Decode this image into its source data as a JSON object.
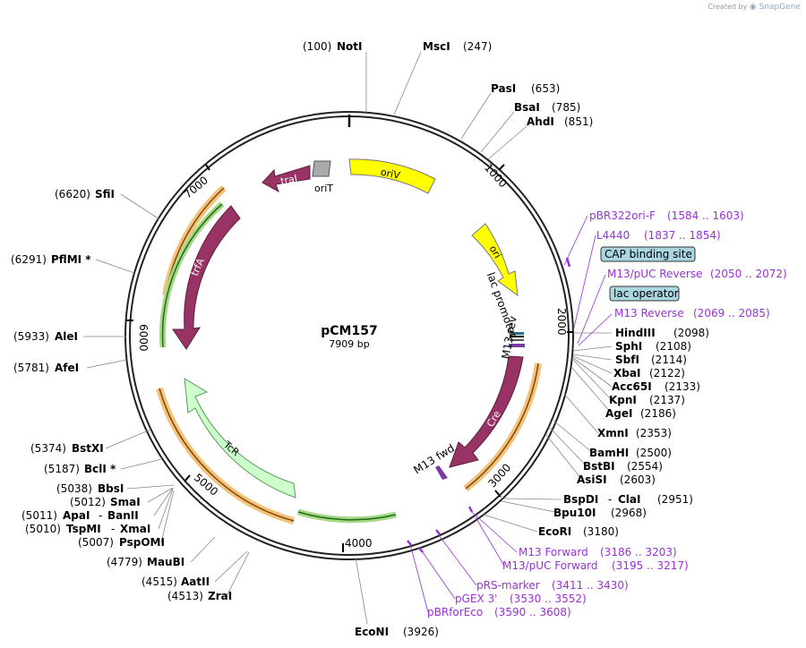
{
  "credit": {
    "prefix": "Created by",
    "brand": "SnapGene"
  },
  "plasmid": {
    "name": "pCM157",
    "size": "7909 bp"
  },
  "ticks": [
    "1000",
    "2000",
    "3000",
    "4000",
    "5000",
    "6000",
    "7000"
  ],
  "features": [
    {
      "name": "oriV",
      "color": "#ffff00"
    },
    {
      "name": "oriT",
      "color": "#aaaaaa"
    },
    {
      "name": "traJ",
      "color": "#993366"
    },
    {
      "name": "trfA",
      "color": "#993366"
    },
    {
      "name": "ori",
      "color": "#ffff00"
    },
    {
      "name": "Cre",
      "color": "#993366"
    },
    {
      "name": "TcR",
      "color": "#ccffcc"
    },
    {
      "name": "lac promoter",
      "color": "#000000"
    },
    {
      "name": "M13 rev",
      "color": "#000000"
    },
    {
      "name": "M13 fwd",
      "color": "#000000"
    }
  ],
  "sites": [
    {
      "name": "NotI",
      "pos": "(100)"
    },
    {
      "name": "MscI",
      "pos": "(247)"
    },
    {
      "name": "PasI",
      "pos": "(653)"
    },
    {
      "name": "BsaI",
      "pos": "(785)"
    },
    {
      "name": "AhdI",
      "pos": "(851)"
    },
    {
      "name": "HindIII",
      "pos": "(2098)"
    },
    {
      "name": "SphI",
      "pos": "(2108)"
    },
    {
      "name": "SbfI",
      "pos": "(2114)"
    },
    {
      "name": "XbaI",
      "pos": "(2122)"
    },
    {
      "name": "Acc65I",
      "pos": "(2133)"
    },
    {
      "name": "KpnI",
      "pos": "(2137)"
    },
    {
      "name": "AgeI",
      "pos": "(2186)"
    },
    {
      "name": "XmnI",
      "pos": "(2353)"
    },
    {
      "name": "BamHI",
      "pos": "(2500)"
    },
    {
      "name": "BstBI",
      "pos": "(2554)"
    },
    {
      "name": "AsiSI",
      "pos": "(2603)"
    },
    {
      "name": "BspDI",
      "name2": "ClaI",
      "pos": "(2951)"
    },
    {
      "name": "Bpu10I",
      "pos": "(2968)"
    },
    {
      "name": "EcoRI",
      "pos": "(3180)"
    },
    {
      "name": "EcoNI",
      "pos": "(3926)"
    },
    {
      "name": "ZraI",
      "pos": "(4513)"
    },
    {
      "name": "AatII",
      "pos": "(4515)"
    },
    {
      "name": "MauBI",
      "pos": "(4779)"
    },
    {
      "name": "PspOMI",
      "pos": "(5007)"
    },
    {
      "name": "TspMI",
      "name2": "XmaI",
      "pos": "(5010)"
    },
    {
      "name": "ApaI",
      "name2": "BanII",
      "pos": "(5011)"
    },
    {
      "name": "SmaI",
      "pos": "(5012)"
    },
    {
      "name": "BbsI",
      "pos": "(5038)"
    },
    {
      "name": "BclI *",
      "pos": "(5187)"
    },
    {
      "name": "BstXI",
      "pos": "(5374)"
    },
    {
      "name": "AfeI",
      "pos": "(5781)"
    },
    {
      "name": "AleI",
      "pos": "(5933)"
    },
    {
      "name": "PflMI *",
      "pos": "(6291)"
    },
    {
      "name": "SfiI",
      "pos": "(6620)"
    }
  ],
  "primers": [
    {
      "name": "pBR322ori-F",
      "range": "(1584 .. 1603)"
    },
    {
      "name": "L4440",
      "range": "(1837 .. 1854)"
    },
    {
      "name": "M13/pUC Reverse",
      "range": "(2050 .. 2072)"
    },
    {
      "name": "M13 Reverse",
      "range": "(2069 .. 2085)"
    },
    {
      "name": "M13 Forward",
      "range": "(3186 .. 3203)"
    },
    {
      "name": "M13/pUC Forward",
      "range": "(3195 .. 3217)"
    },
    {
      "name": "pRS-marker",
      "range": "(3411 .. 3430)"
    },
    {
      "name": "pGEX 3'",
      "range": "(3530 .. 3552)"
    },
    {
      "name": "pBRforEco",
      "range": "(3590 .. 3608)"
    }
  ],
  "boxes": [
    "CAP binding site",
    "lac operator"
  ]
}
